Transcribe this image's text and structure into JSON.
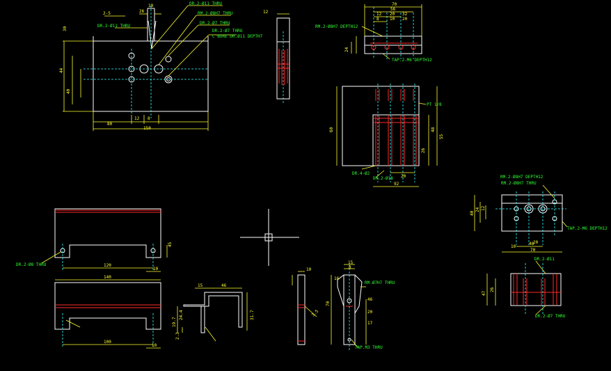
{
  "callouts": {
    "a1": "DR.2-Ø11 THRU",
    "a2": "DR.2-Ø11 THRU",
    "a3": "RM.2-Ø8H7 THRU",
    "a4": "DR.2-Ø7 THRU",
    "a5": "DR.2-Ø7 THRU",
    "a6": "C'BORE DR.Ø11 DEPTH7",
    "b1": "RM.2-Ø8H7 DEPTH12",
    "b2": "TAP.2-M6 DEPTH12",
    "c1": "PT 1/8",
    "c2": "DR.4-Ø2",
    "c3": "DR.2-Ø18",
    "d1": "RM.2-Ø8H7 DEPTH12",
    "d2": "RM.2-Ø8H7 THRU",
    "d3": "TAP.2-M6 DEPTH12",
    "e1": "DR.2-Ø11",
    "e2": "DR.2-Ø7 THRU",
    "f1": "DR.2-Ø8 THRU",
    "g1": "RM.Ø7H7 THRU",
    "g2": "TAP.M3 THRU"
  },
  "dims": {
    "v1_30": "30",
    "v1_26": "26",
    "v1_19": "19",
    "v1_25": "2-5",
    "v1_8": "8",
    "v1_12": "12",
    "v1_80": "80",
    "v1_150": "150",
    "v1_40": "40",
    "v1_44": "44",
    "v2_128": "12",
    "v3_70": "70",
    "v3_56": "56",
    "v3_12": "12",
    "v3_20": "20",
    "v3_32": "32",
    "v3_8": "8",
    "v3_10": "10",
    "v3_20b": "20",
    "v3_24": "24",
    "v4_26": "26",
    "v4_60": "60",
    "v4_48": "48",
    "v4_20": "20",
    "v4_92": "92",
    "v4_55": "55",
    "v5_12": "12",
    "v5_24": "24",
    "v5_40": "40",
    "v5_48": "48",
    "v5_10": "10",
    "v5_20": "20",
    "v5_70": "70",
    "v6_47": "47",
    "v6_26": "26",
    "v7_120": "120",
    "v7_10": "10",
    "v7_45": "45",
    "v8_140": "140",
    "v8_100": "100",
    "v8_10": "10",
    "v9_15": "15",
    "v9_46": "46",
    "v9_19": "19.7",
    "v9_24": "24.4",
    "v9_23": "2.3",
    "v9_317": "31.7",
    "v10_10": "10",
    "v10_35": "3.5",
    "v11_15": "15",
    "v11_8": "8",
    "v11_70": "70",
    "v11_20": "20",
    "v11_17": "17",
    "v11_16": "16",
    "v11_46": "46"
  }
}
